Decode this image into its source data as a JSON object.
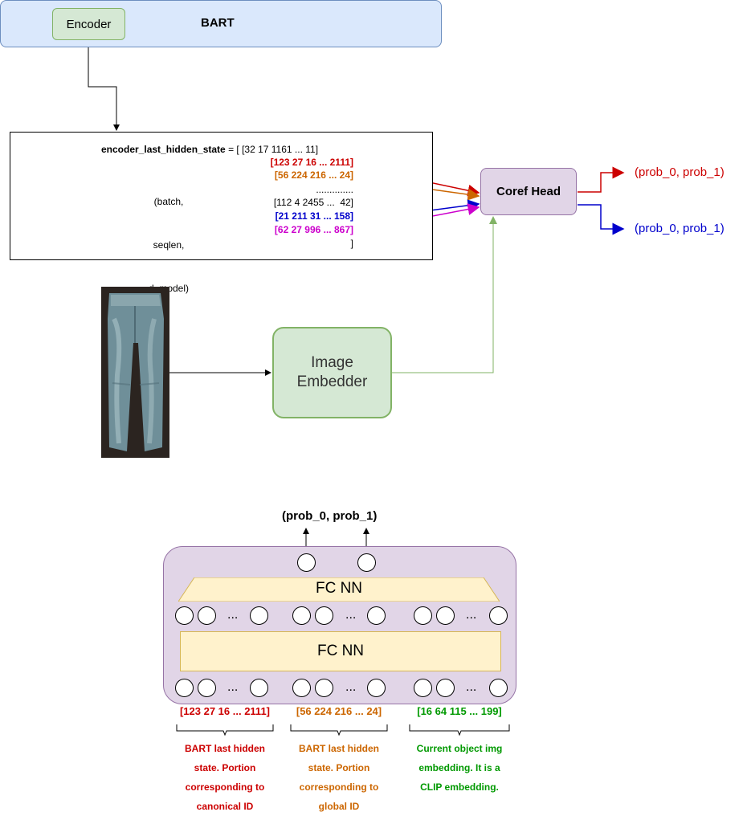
{
  "bart": {
    "title": "BART",
    "encoder_label": "Encoder"
  },
  "state": {
    "name": "encoder_last_hidden_state",
    "equals_open": " = [ [32 17 1161 ... 11]",
    "dims": [
      "(batch,",
      "seqlen,",
      "d_model)"
    ],
    "row_red": "[123 27 16 ... 2111]",
    "row_orange": "[56 224 216 ... 24]",
    "row_dots": "..............",
    "row_black2": "[112 4 2455 ...  42]",
    "row_blue": "[21 211 31 ... 158]",
    "row_magenta": "[62 27 996 ... 867]",
    "close": "]"
  },
  "coref": {
    "label": "Coref Head",
    "out_red": "(prob_0, prob_1)",
    "out_blue": "(prob_0, prob_1)"
  },
  "image_embedder": {
    "line1": "Image",
    "line2": "Embedder"
  },
  "head_detail": {
    "output_label": "(prob_0, prob_1)",
    "fc_top": "FC NN",
    "fc_bottom": "FC NN",
    "dots": "...",
    "vec_red": "[123 27 16 ... 2111]",
    "vec_orange": "[56 224 216 ... 24]",
    "vec_green": "[16 64 115 ... 199]",
    "desc_red": [
      "BART last hidden",
      "state. Portion",
      "corresponding to",
      "canonical ID"
    ],
    "desc_orange": [
      "BART last hidden",
      "state. Portion",
      "corresponding to",
      "global ID"
    ],
    "desc_green": [
      "Current object img",
      "embedding. It is a",
      "CLIP embedding."
    ]
  },
  "colors": {
    "red": "#cc0000",
    "orange": "#cc6600",
    "blue": "#0000cc",
    "magenta": "#cc00cc",
    "green": "#009900",
    "purple_fill": "#e1d5e7",
    "green_fill": "#d5e8d4",
    "blue_fill": "#dae8fc",
    "yellow_fill": "#fff2cc"
  }
}
